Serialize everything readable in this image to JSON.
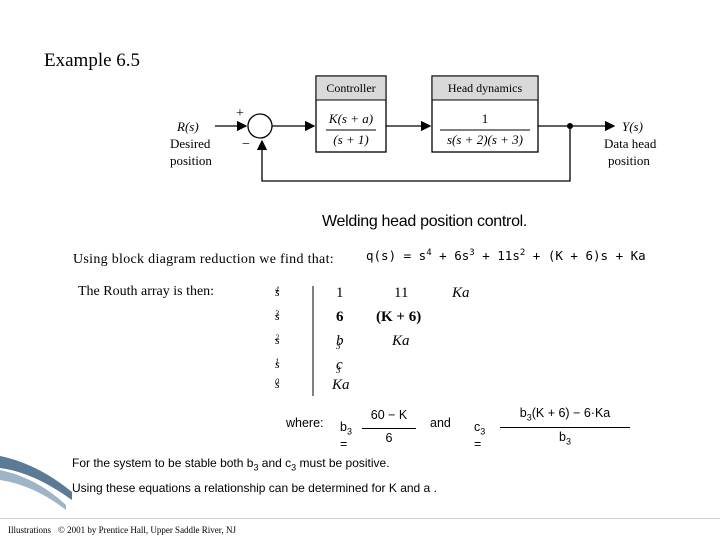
{
  "title": "Example 6.5",
  "diagram": {
    "input_symbol": "R(s)",
    "input_label_1": "Desired",
    "input_label_2": "position",
    "plus_sign": "+",
    "minus_sign": "−",
    "controller_label": "Controller",
    "controller_num": "K(s + a)",
    "controller_den": "(s + 1)",
    "plant_label": "Head dynamics",
    "plant_num": "1",
    "plant_den": "s(s + 2)(s + 3)",
    "output_symbol": "Y(s)",
    "output_label_1": "Data head",
    "output_label_2": "position",
    "caption": "Welding head position control."
  },
  "reduction_text": "Using block diagram reduction we find that:",
  "q_expr": {
    "p1": "q(s) = s",
    "e1": "4",
    "p2": " + 6s",
    "e2": "3",
    "p3": " + 11s",
    "e3": "2",
    "p4": " + (K + 6)s + Ka"
  },
  "routh_label": "The Routh array is then:",
  "routh": [
    {
      "s": "s",
      "p": "4",
      "c1": "1",
      "c2": "11",
      "c3": "Ka"
    },
    {
      "s": "s",
      "p": "3",
      "c1": "6",
      "c2": "(K + 6)",
      "c3": ""
    },
    {
      "s": "s",
      "p": "2",
      "c1": "b",
      "c1sub": "3",
      "c2": "Ka",
      "c3": ""
    },
    {
      "s": "s",
      "p": "1",
      "c1": "c",
      "c1sub": "3",
      "c2": "",
      "c3": ""
    },
    {
      "s": "s",
      "p": "0",
      "c1": "Ka",
      "c2": "",
      "c3": ""
    }
  ],
  "where": {
    "where_label": "where:",
    "b3_lhs": "b",
    "b3_sub": "3",
    "eq": "=",
    "b3_num": "60 − K",
    "b3_den": "6",
    "and_label": "and",
    "c3_lhs": "c",
    "c3_sub": "3",
    "c3_num_1": "b",
    "c3_num_sub": "3",
    "c3_num_2": "(K + 6) − 6·Ka",
    "c3_den": "b",
    "c3_den_sub": "3"
  },
  "bottom": {
    "line1_a": "For the system to be stable both ",
    "line1_b": "b",
    "line1_b_sub": "3",
    "line1_c": " and ",
    "line1_d": "c",
    "line1_d_sub": "3",
    "line1_e": " must be positive.",
    "line2": "Using these equations a relationship can be determined for K and a ."
  },
  "footer": {
    "illustrations": "Illustrations",
    "copyright": "© 2001 by Prentice Hall, Upper Saddle River, NJ"
  }
}
